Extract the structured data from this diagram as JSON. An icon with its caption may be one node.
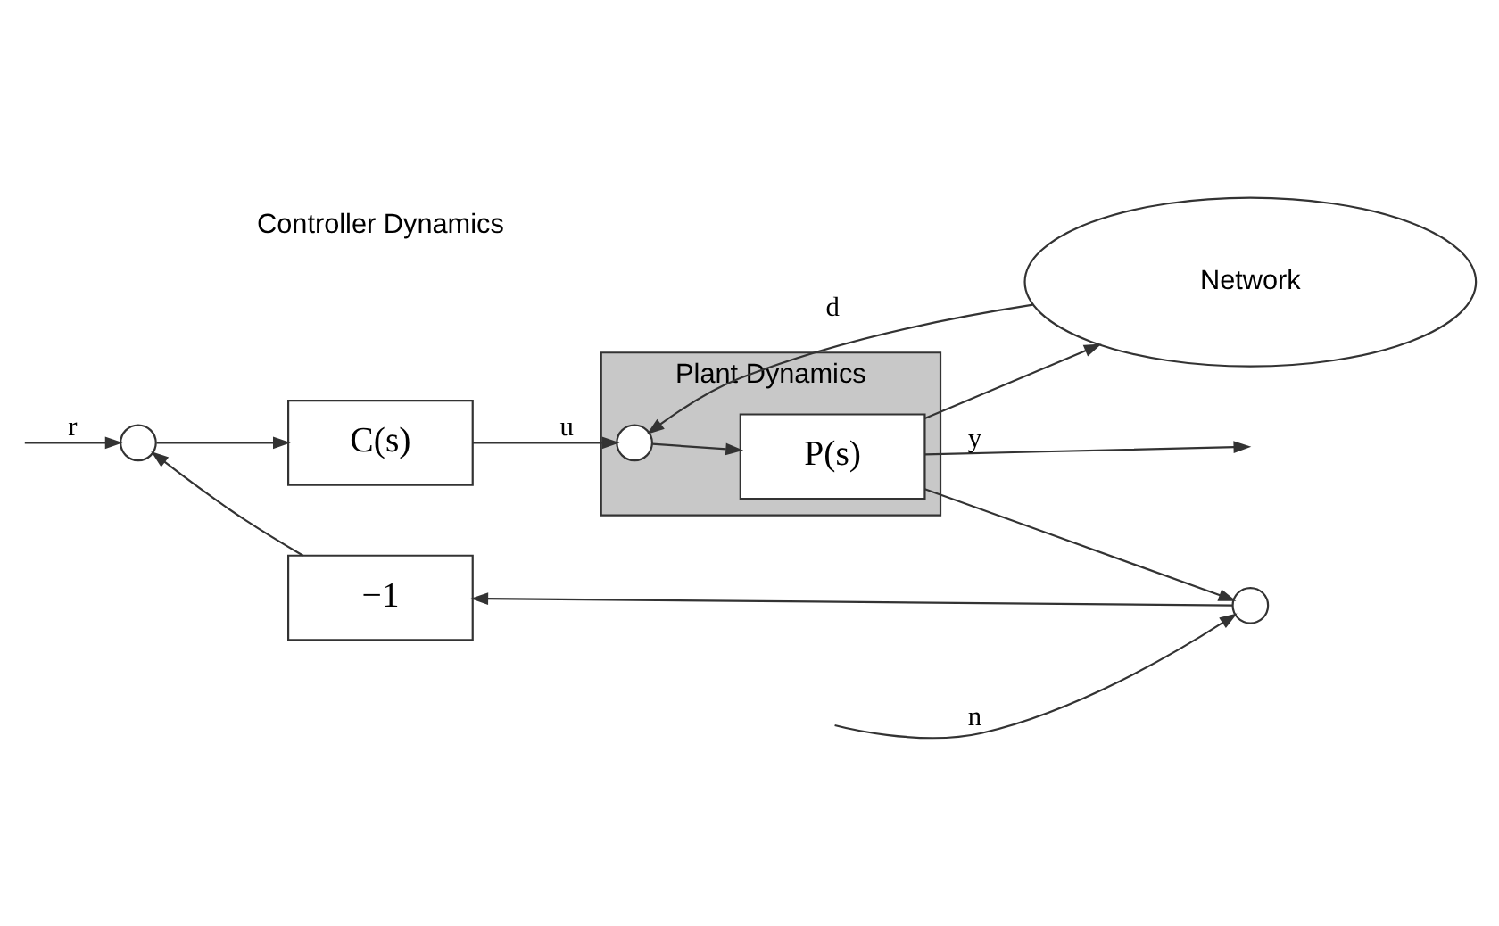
{
  "diagram": {
    "nodes": [
      {
        "text": [
          "Network"
        ]
      },
      {
        "text": [
          "Plant Dynamics"
        ]
      },
      {
        "text": [],
        "shape": "circle"
      },
      {
        "text": [
          "C(s)"
        ]
      },
      {
        "text": [],
        "shape": "circle",
        "in": 1
      },
      {
        "text": [
          "P(s)"
        ],
        "in": 1
      },
      {
        "text": [],
        "shape": "circle"
      },
      {
        "text": [
          "−1"
        ]
      }
    ],
    "edges": [
      {
        "from": null,
        "to": 2,
        "arrow": "to",
        "label": "r"
      },
      {
        "from": 2,
        "to": 3,
        "arrow": "to"
      },
      {
        "from": 3,
        "to": 4,
        "arrow": "to",
        "label": "u"
      },
      {
        "from": 0,
        "to": 4,
        "arrow": "to",
        "label": "d"
      },
      {
        "from": 4,
        "to": 5,
        "arrow": "to"
      },
      {
        "from": 5,
        "to": 0,
        "arrow": "to"
      },
      {
        "from": 5,
        "to": null,
        "arrow": "to",
        "label": "y"
      },
      {
        "from": 5,
        "to": 6,
        "arrow": "to"
      },
      {
        "from": null,
        "to": 6,
        "arrow": "to",
        "label": "n"
      },
      {
        "from": 6,
        "to": 7,
        "arrow": "to"
      },
      {
        "from": 7,
        "to": 2,
        "arrow": "to"
      }
    ],
    "labels": [
      "Controller Dynamics"
    ]
  }
}
